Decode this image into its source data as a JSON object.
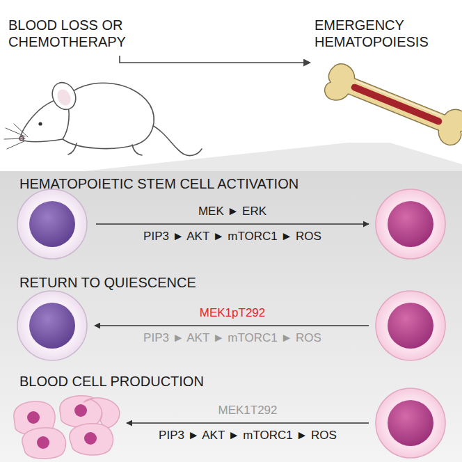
{
  "diagram": {
    "nodes": [
      {
        "text": [
          "BLOOD LOSS OR CHEMOTHERAPY"
        ]
      },
      {
        "text": [
          "EMERGENCY HEMATOPOIESIS"
        ]
      },
      {
        "text": [
          "HEMATOPOIETIC STEM CELL ACTIVATION",
          "RETURN TO QUIESCENCE",
          "BLOOD CELL PRODUCTION"
        ]
      }
    ],
    "edges": [
      {
        "from": 0,
        "to": 1,
        "arrow": "to"
      }
    ],
    "labels": [
      "MEK ► ERK",
      "PIP3 ► AKT ► mTORC1 ► ROS",
      "MEK1pT292",
      "PIP3 ► AKT ► mTORC1 ► ROS",
      "MEK1T292",
      "PIP3 ► AKT ► mTORC1 ► ROS"
    ]
  }
}
